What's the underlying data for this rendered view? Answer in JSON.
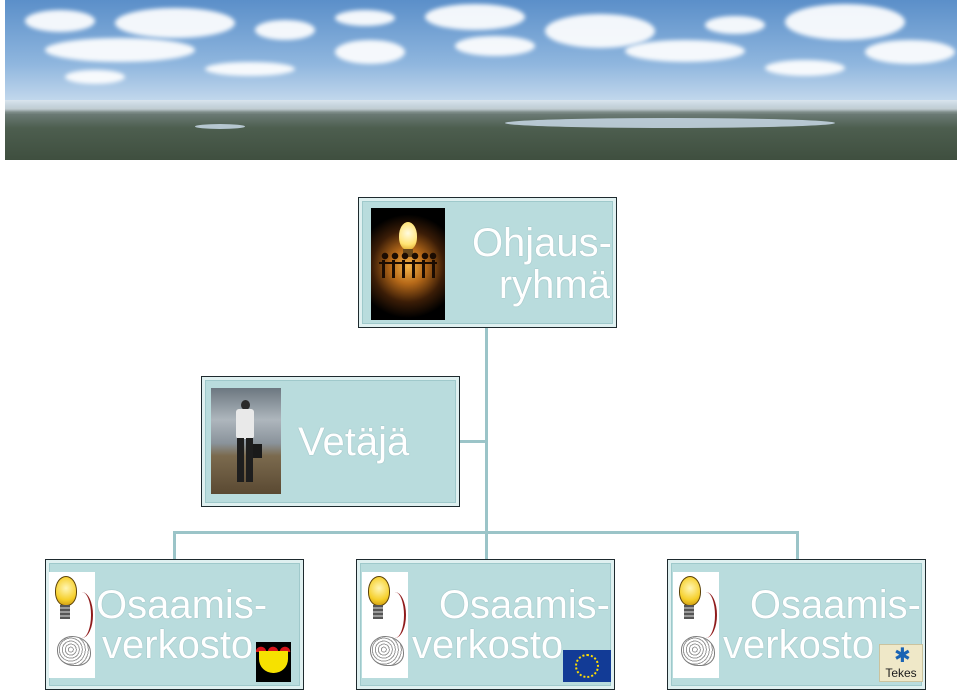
{
  "colors": {
    "box_fill": "#b9dcdd",
    "box_border": "#1e2a2e",
    "connector": "#9bc4c8",
    "label_text": "#ffffff"
  },
  "nodes": {
    "ohjaus": {
      "label_line1": "Ohjaus-",
      "label_line2": "ryhmä",
      "picture_icon": "light-bulb-people-icon"
    },
    "vetaja": {
      "label": "Vetäjä",
      "picture_icon": "man-with-briefcase-icon"
    },
    "osaamis_1": {
      "label_line1": "Osaamis-",
      "label_line2": "verkosto",
      "picture_icon": "bulb-brain-icon",
      "logo_icon": "karelia-coat-of-arms-icon"
    },
    "osaamis_2": {
      "label_line1": "Osaamis-",
      "label_line2": "verkosto",
      "picture_icon": "bulb-brain-icon",
      "logo_icon": "eu-flag-icon"
    },
    "osaamis_3": {
      "label_line1": "Osaamis-",
      "label_line2": "verkosto",
      "picture_icon": "bulb-brain-icon",
      "logo_icon": "tekes-logo-icon",
      "logo_text": "Tekes"
    }
  }
}
